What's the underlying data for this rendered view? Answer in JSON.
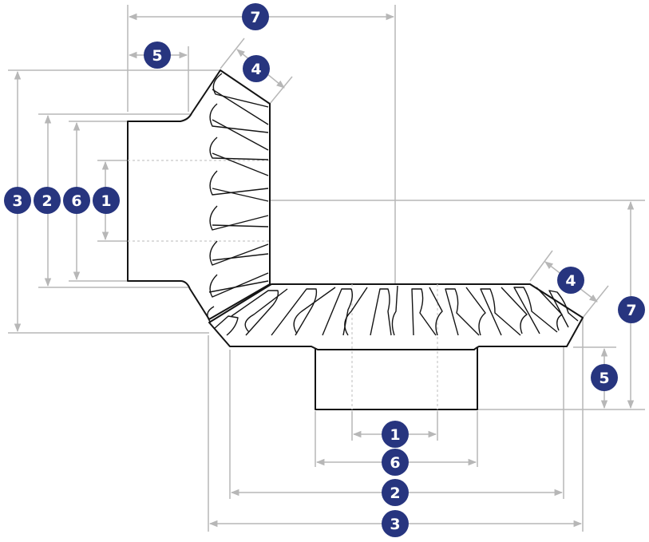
{
  "badge_color": "#27357f",
  "dimension_color": "#b7b7b7",
  "labels": {
    "d1": "1",
    "d2": "2",
    "d3": "3",
    "d4": "4",
    "d5": "5",
    "d6": "6",
    "d7": "7"
  }
}
